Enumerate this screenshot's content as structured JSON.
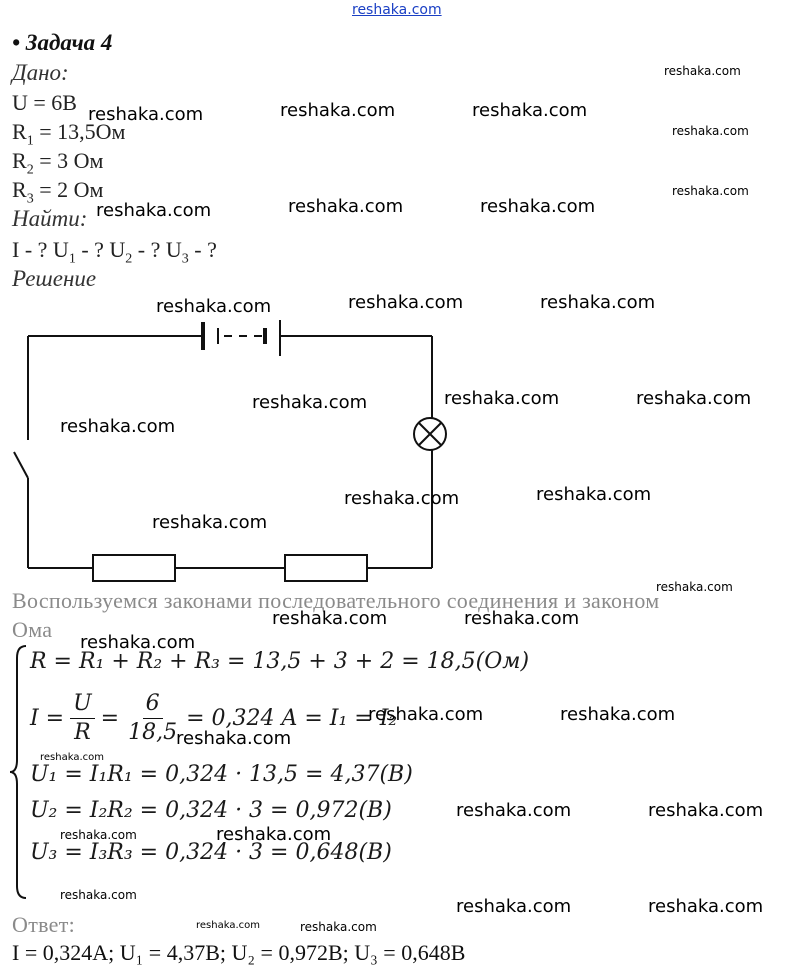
{
  "site": "reshaka.com",
  "task_title": "• Задача 4",
  "given_label": "Дано:",
  "given": [
    {
      "text": "U = 6B"
    },
    {
      "sym": "R",
      "sub": "1",
      "rest": " = 13,5Ом"
    },
    {
      "sym": "R",
      "sub": "2",
      "rest": " = 3 Ом"
    },
    {
      "sym": "R",
      "sub": "3",
      "rest": " = 2 Ом"
    }
  ],
  "find_label": "Найти:",
  "find_parts": [
    "I - ? U",
    "1",
    " - ? U",
    "2",
    " - ? U",
    "3",
    " - ?"
  ],
  "solution_label": "Решение",
  "intro_line1": "Воспользуемся законами последовательного соединения и законом",
  "intro_line2": "Ома",
  "eq1": "R = R₁ + R₂ + R₃ = 13,5 + 3 + 2 = 18,5(Ом)",
  "eq2_lhs": "I =",
  "eq2_num1": "U",
  "eq2_den1": "R",
  "eq2_num2": "6",
  "eq2_den2": "18,5",
  "eq2_rhs": "= 0,324 A = I₁ = I₂",
  "eq3": "U₁ = I₁R₁ = 0,324 · 13,5 = 4,37(B)",
  "eq4": "U₂ = I₂R₂ = 0,324 · 3 = 0,972(B)",
  "eq5": "U₃ = I₃R₃ = 0,324 · 3 = 0,648(B)",
  "answer_label": "Ответ:",
  "answer": "I = 0,324A; U₁ = 4,37B; U₂ = 0,972B; U₃ = 0,648B"
}
